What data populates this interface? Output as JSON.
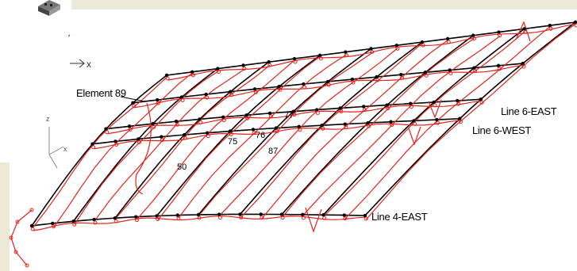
{
  "labels": {
    "element": "Element 89",
    "line6east": "Line 6-EAST",
    "line6west": "Line 6-WEST",
    "line4east": "Line 4-EAST"
  },
  "node_numbers": [
    "77",
    "50",
    "75",
    "76",
    "87"
  ],
  "triad": {
    "z": "z",
    "x": "x",
    "arrow_x": "x"
  },
  "colors": {
    "black_mesh": "#000000",
    "red_mesh": "#e0261f",
    "panel": "#ece9d8"
  }
}
